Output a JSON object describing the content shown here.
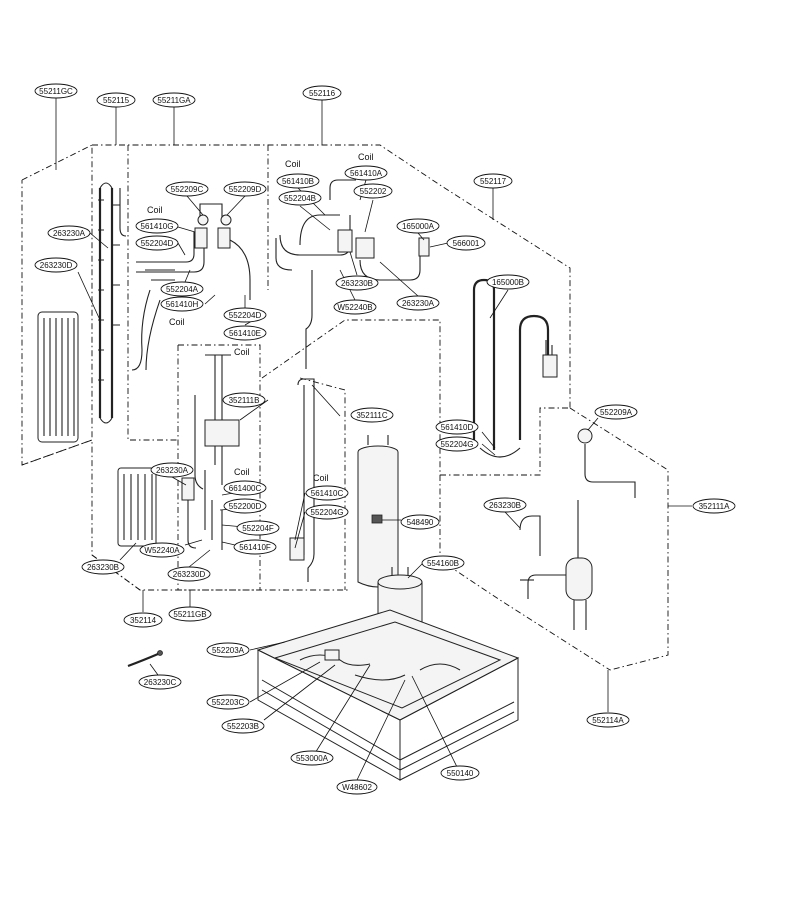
{
  "coil_text": "Coil",
  "labels": {
    "p55211GC": "55211GC",
    "p552115": "552115",
    "p55211GA": "55211GA",
    "p552116": "552116",
    "p552117": "552117",
    "p263230A_1": "263230A",
    "p263230D_1": "263230D",
    "p552209C": "552209C",
    "p552209D": "552209D",
    "p561410G": "561410G",
    "p552204D_1": "552204D",
    "p552204A": "552204A",
    "p561410H": "561410H",
    "p552204D_2": "552204D",
    "p561410E": "561410E",
    "p561410B": "561410B",
    "p561410A": "561410A",
    "p552202": "552202",
    "p552204B": "552204B",
    "p165000A": "165000A",
    "p566001": "566001",
    "p263230B_1": "263230B",
    "p263230A_2": "263230A",
    "pW52240B": "W52240B",
    "p165000B": "165000B",
    "p352111B": "352111B",
    "p352111C": "352111C",
    "p561410D": "561410D",
    "p552204G_1": "552204G",
    "p552209A": "552209A",
    "p263230A_3": "263230A",
    "p661400C": "661400C",
    "p552200D": "552200D",
    "p552204F": "552204F",
    "p561410F": "561410F",
    "pW52240A": "W52240A",
    "p263230D_2": "263230D",
    "p263230B_2": "263230B",
    "p561410C": "561410C",
    "p552204G_2": "552204G",
    "p548490": "548490",
    "p554160B": "554160B",
    "p263230B_3": "263230B",
    "p352111A": "352111A",
    "p352114": "352114",
    "p55211GB": "55211GB",
    "p263230C": "263230C",
    "p552203A": "552203A",
    "p552203C": "552203C",
    "p552203B": "552203B",
    "p553000A": "553000A",
    "pW48602": "W48602",
    "p550140": "550140",
    "p552114A": "552114A"
  }
}
